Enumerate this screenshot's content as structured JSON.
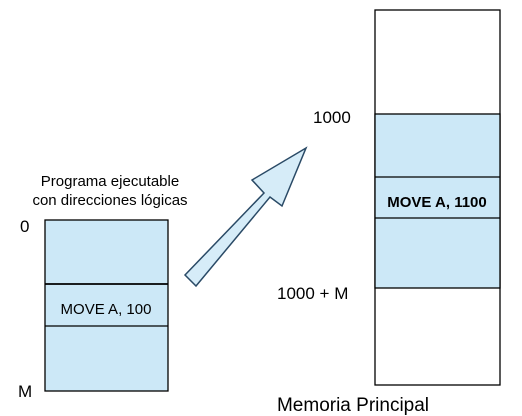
{
  "executable": {
    "caption_line1": "Programa ejecutable",
    "caption_line2": "con direcciones lógicas",
    "start_label": "0",
    "end_label": "M",
    "instruction": "MOVE A, 100"
  },
  "memory": {
    "start_label": "1000",
    "end_label": "1000 + M",
    "instruction": "MOVE A, 1100",
    "caption": "Memoria Principal"
  },
  "colors": {
    "block_fill": "#cce8f7",
    "outline": "#000000",
    "arrow_fill": "#d6ecf8",
    "arrow_stroke": "#2a4a66"
  }
}
